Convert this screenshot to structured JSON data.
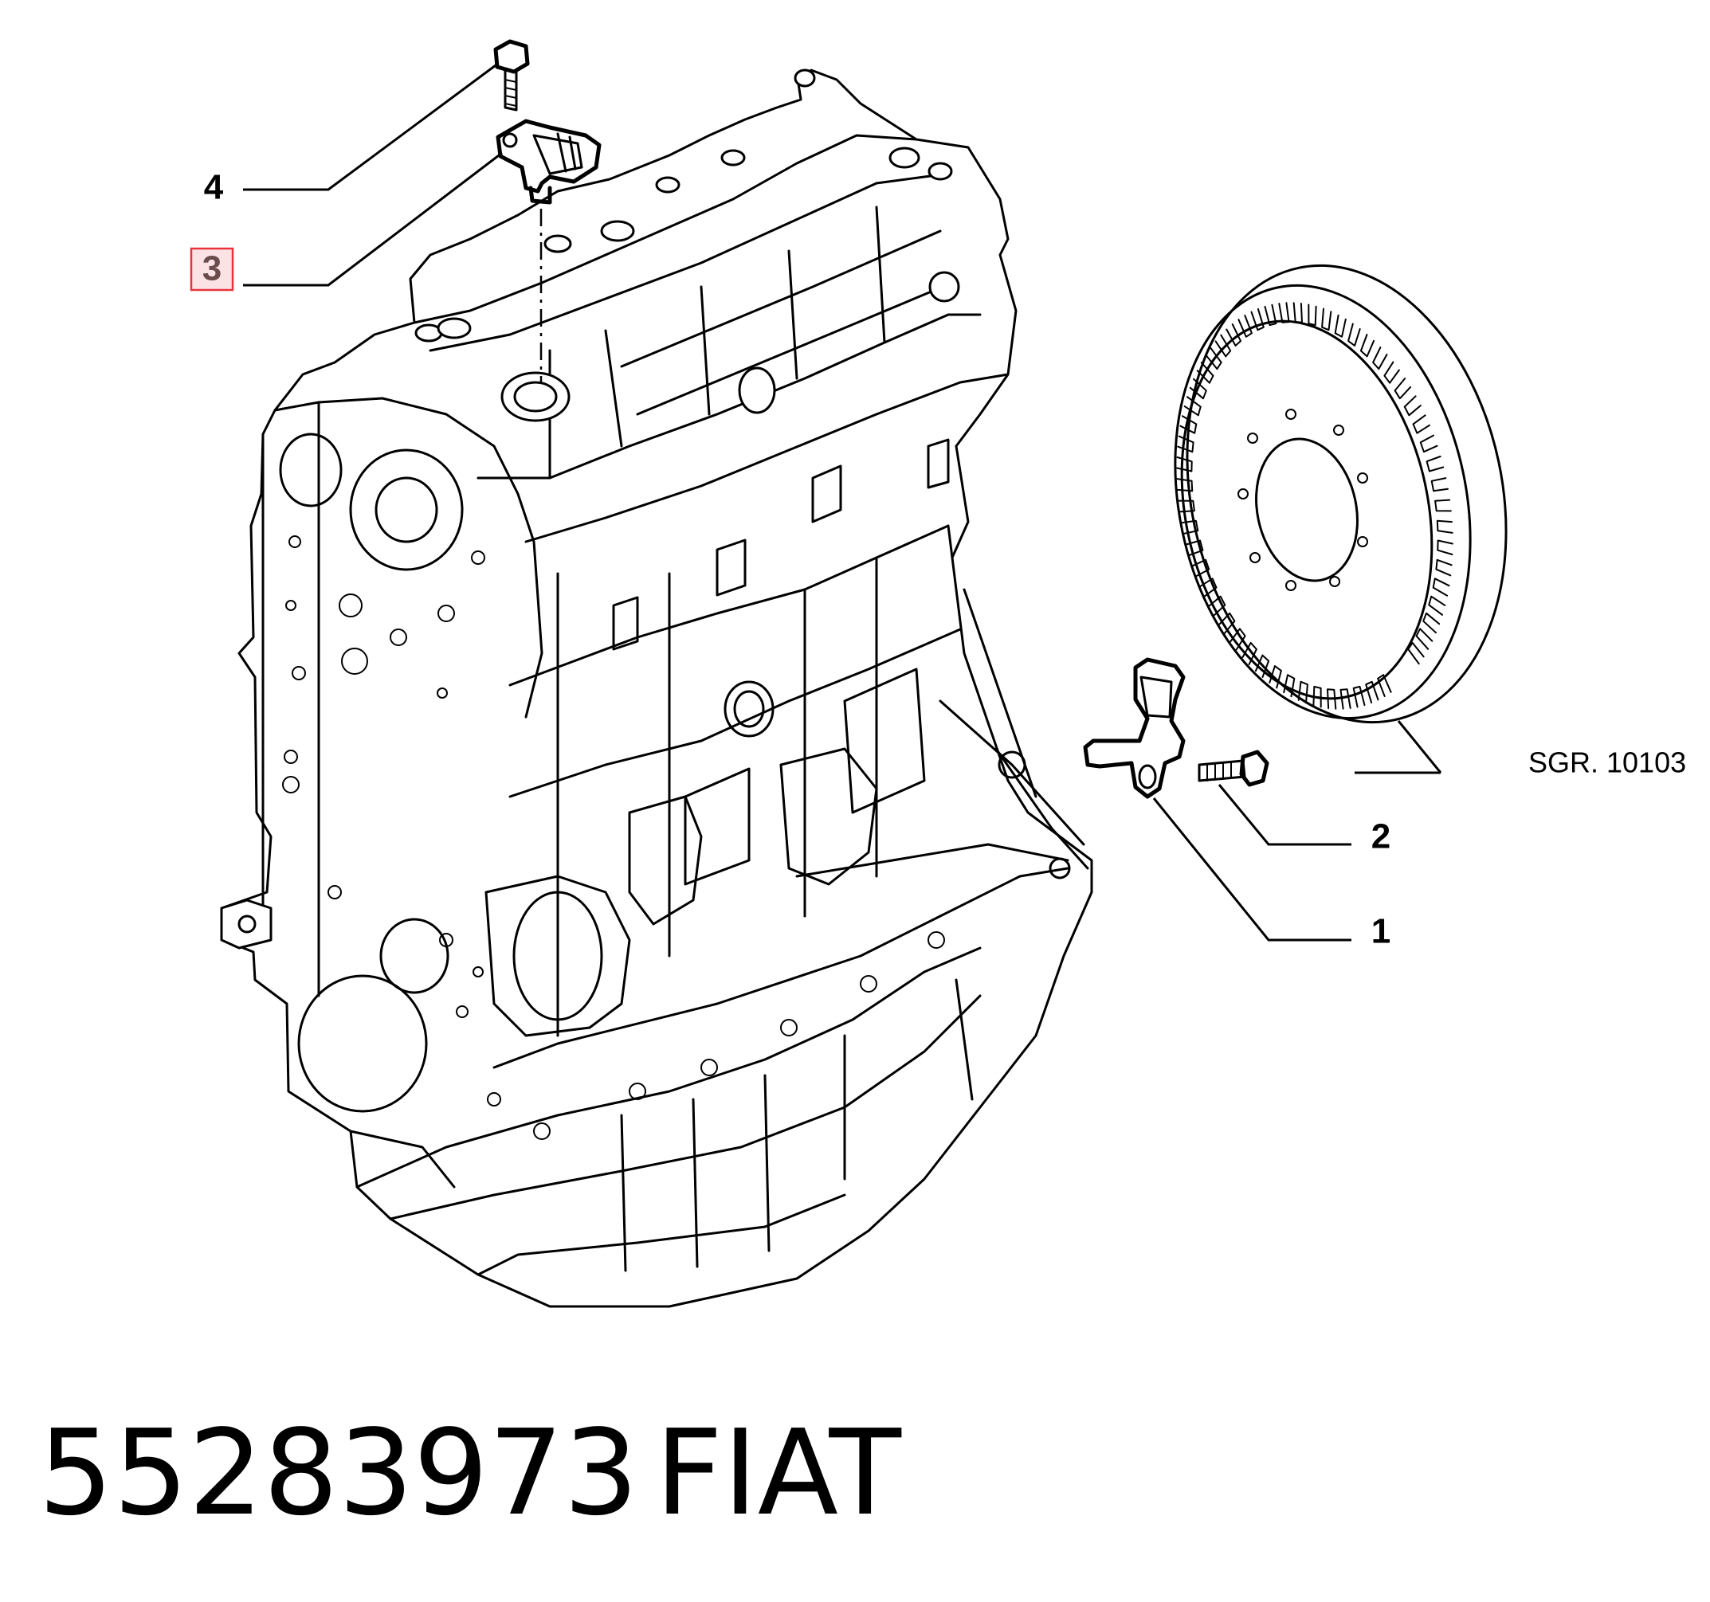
{
  "diagram": {
    "callouts": [
      {
        "id": "4",
        "label": "4",
        "highlighted": false
      },
      {
        "id": "3",
        "label": "3",
        "highlighted": true
      },
      {
        "id": "2",
        "label": "2",
        "highlighted": false
      },
      {
        "id": "1",
        "label": "1",
        "highlighted": false
      }
    ],
    "reference": {
      "label": "SGR. 10103"
    },
    "highlight_color": "#e8333c",
    "highlight_fill": "#fbe3e5"
  },
  "footer": {
    "part_number": "55283973",
    "brand": "FIAT"
  }
}
